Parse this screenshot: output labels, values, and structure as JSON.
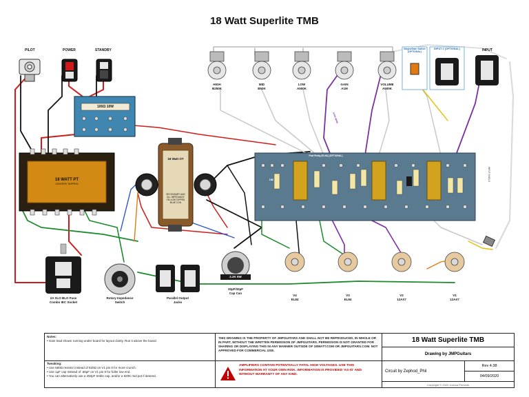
{
  "title": "18 Watt Superlite TMB",
  "top_labels": {
    "pilot": "PILOT",
    "power": "POWER",
    "standby": "STANDBY",
    "input": "INPUT"
  },
  "pots": [
    {
      "line1": "HIGH",
      "line2": "B250K"
    },
    {
      "line1": "MID",
      "line2": "B50K"
    },
    {
      "line1": "LOW",
      "line2": "A500K"
    },
    {
      "line1": "GAIN",
      "line2": "A1M"
    },
    {
      "line1": "VOLUME",
      "line2": "A500K"
    }
  ],
  "input_boxes": {
    "bright": "Bright/Gain Switch (OPTIONAL)",
    "input2": "INPUT 2 (OPTIONAL)"
  },
  "resistor_block": "100Ω 10W",
  "pt": {
    "name": "18 WATT PT",
    "sub": "CENTER TAPPED"
  },
  "ot": {
    "name": "18 Watt OT",
    "lines": [
      "SECONDARY AND",
      "ALL IMPEDANCE",
      "YELLOW TAPPED",
      "BLUE CON"
    ]
  },
  "board_labels": {
    "fast_relay": "Fast Relay (EL84) (OPTIONAL)",
    "v1_text": "18K"
  },
  "board_wire_label": "GAIN WIRE",
  "side_wire_label": "INPUT SHIELD",
  "component_labels": {
    "fuse": "2A SLO BLO Fuse\nCombo IEC Socket",
    "rotary": "Rotary Impedance\nSwitch",
    "jacks": "Parallel Output\nJacks",
    "cap": "32µF/32µF\nCap Can",
    "cap_value": "2.2K 5W"
  },
  "tubes": [
    {
      "name": "V4",
      "type": "EL84"
    },
    {
      "name": "V3",
      "type": "EL84"
    },
    {
      "name": "V2",
      "type": "12AX7"
    },
    {
      "name": "V1",
      "type": "12AX7"
    }
  ],
  "title_block": {
    "notes_head": "Notes:",
    "notes_1": "• Gain lead shown running under board for layout clarity. Run it above the board.",
    "tweaking_head": "Tweaking:",
    "tweaking": [
      "• Use 680Ω resistor instead of 820Ω on V1 pin 8 for more crunch.",
      "• Use 1µF cap instead of .68µF on V1 pin 8 for fuller low end.",
      "• You can alternatively use a 250pF treble cap, and/or a 820K mid pot if desired."
    ],
    "copyright_text": "THIS DRAWING IS THE PROPERTY OF JMPGUITARS AND SHALL NOT BE REPRODUCED, IN WHOLE OR IN PART, WITHOUT THE WRITTEN PERMISSION OF JMPGUITARS. PERMISSION IS NOT GRANTED FOR SHARING OR DISPLAYING THIS IN ANY MANNER OUTSIDE OF 18WATT.COM OR JMPGUITARS.COM. NOT APPROVED FOR COMMERCIAL USE.",
    "warning_text": "AMPLIFIERS CONTAIN POTENTIALLY FATAL HIGH VOLTAGES. USE THIS INFORMATION AT YOUR OWN RISK. INFORMATION IS PROVIDED 'AS-IS' AND WITHOUT WARRANTY OF ANY KIND.",
    "block_title": "18 Watt Superlite TMB",
    "drawing_by": "Drawing by JMPGuitars",
    "circuit_by": "Circuit by Zephod_Phil",
    "rev": "Rev 4.38",
    "date": "04/09/2020",
    "copyright": "Copyright © 2020 Joshua Persmik"
  },
  "colors": {
    "wire_red": "#d11a1a",
    "wire_black": "#111111",
    "wire_green": "#1a8a2a",
    "wire_purple": "#7b2fa5",
    "wire_white": "#e8e8e8",
    "wire_gray": "#9a9a9a",
    "wire_yellow": "#e0c000",
    "board": "#5a7a8f",
    "pt_body": "#d28a14"
  }
}
